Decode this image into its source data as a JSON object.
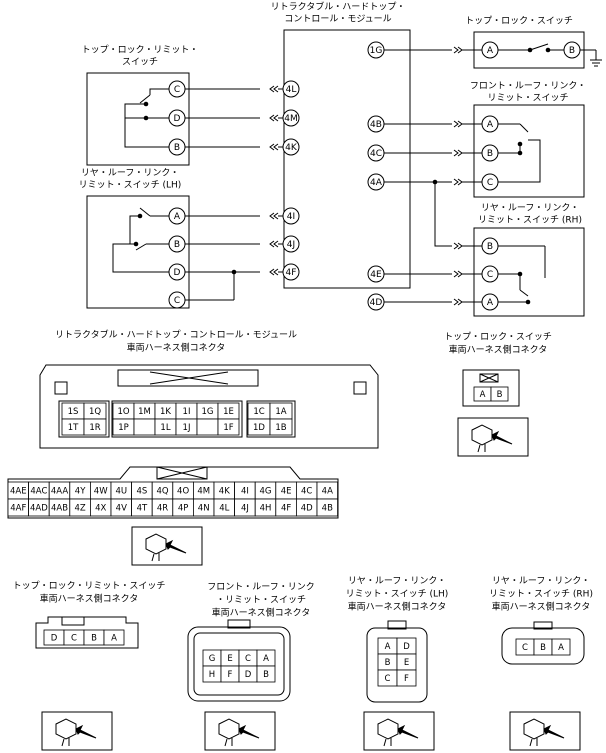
{
  "title_module": [
    "リトラクタブル・ハードトップ・",
    "コントロール・モジュール"
  ],
  "title_top_lock_switch": "トップ・ロック・スイッチ",
  "title_top_lock_limit": [
    "トップ・ロック・リミット・",
    "スイッチ"
  ],
  "title_front_link": [
    "フロント・ルーフ・リンク・",
    "リミット・スイッチ"
  ],
  "title_rear_lh": [
    "リヤ・ルーフ・リンク・",
    "リミット・スイッチ (LH)"
  ],
  "title_rear_rh": [
    "リヤ・ルーフ・リンク・",
    "リミット・スイッチ (RH)"
  ],
  "module_pins": [
    "1G",
    "4L",
    "4M",
    "4K",
    "4B",
    "4C",
    "4A",
    "4I",
    "4J",
    "4F",
    "4E",
    "4D"
  ],
  "top_lock_switch_pins": [
    "A",
    "B"
  ],
  "top_lock_limit_pins": [
    "C",
    "D",
    "B"
  ],
  "front_link_pins": [
    "A",
    "B",
    "C"
  ],
  "rear_lh_pins": [
    "A",
    "B",
    "D",
    "C"
  ],
  "rear_rh_pins": [
    "B",
    "C",
    "A"
  ],
  "module_connector_caption": [
    "リトラクタブル・ハードトップ・コントロール・モジュール",
    "車両ハーネス側コネクタ"
  ],
  "top_lock_connector_caption": [
    "トップ・ロック・スイッチ",
    "車両ハーネス側コネクタ"
  ],
  "module_conn_left_rows": [
    [
      "1S",
      "1Q"
    ],
    [
      "1T",
      "1R"
    ]
  ],
  "module_conn_mid_rows": [
    [
      "1O",
      "1M",
      "1K",
      "1I",
      "1G",
      "1E"
    ],
    [
      "1P",
      "",
      "1L",
      "1J",
      "",
      "1F"
    ]
  ],
  "module_conn_right_rows": [
    [
      "1C",
      "1A"
    ],
    [
      "1D",
      "1B"
    ]
  ],
  "module_conn_big_rows": [
    [
      "4AE",
      "4AC",
      "4AA",
      "4Y",
      "4W",
      "4U",
      "4S",
      "4Q",
      "4O",
      "4M",
      "4K",
      "4I",
      "4G",
      "4E",
      "4C",
      "4A"
    ],
    [
      "4AF",
      "4AD",
      "4AB",
      "4Z",
      "4X",
      "4V",
      "4T",
      "4R",
      "4P",
      "4N",
      "4L",
      "4J",
      "4H",
      "4F",
      "4D",
      "4B"
    ]
  ],
  "top_lock_conn_cells": [
    "A",
    "B"
  ],
  "bottom_captions": {
    "top_lock_limit": [
      "トップ・ロック・リミット・スイッチ",
      "車両ハーネス側コネクタ"
    ],
    "front_link": [
      "フロント・ルーフ・リンク",
      "・リミット・スイッチ",
      "車両ハーネス側コネクタ"
    ],
    "rear_lh": [
      "リヤ・ルーフ・リンク・",
      "リミット・スイッチ (LH)",
      "車両ハーネス側コネクタ"
    ],
    "rear_rh": [
      "リヤ・ルーフ・リンク・",
      "リミット・スイッチ (RH)",
      "車両ハーネス側コネクタ"
    ]
  },
  "conn_top_lock_limit_cells": [
    "D",
    "C",
    "B",
    "A"
  ],
  "conn_front_link_rows": [
    [
      "G",
      "E",
      "C",
      "A"
    ],
    [
      "H",
      "F",
      "D",
      "B"
    ]
  ],
  "conn_rear_lh_rows": [
    [
      "A",
      "D"
    ],
    [
      "B",
      "E"
    ],
    [
      "C",
      "F"
    ]
  ],
  "conn_rear_rh_cells": [
    "C",
    "B",
    "A"
  ]
}
